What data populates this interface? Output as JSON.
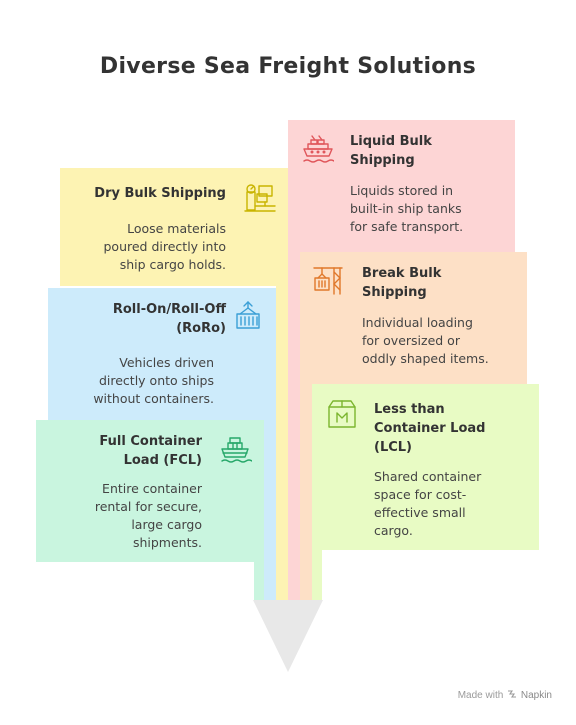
{
  "title": "Diverse Sea Freight Solutions",
  "colors": {
    "dry_bulk": "#fdf3b3",
    "roro": "#cdebfb",
    "fcl": "#c9f5df",
    "liquid_bulk": "#fdd5d5",
    "break_bulk": "#fde0c6",
    "lcl": "#e8fbc4",
    "funnel": "#e8e8e8"
  },
  "left": [
    {
      "title_lines": [
        "Dry Bulk Shipping"
      ],
      "desc_lines": [
        "Loose materials",
        "poured directly into",
        "ship cargo holds."
      ],
      "icon": "scale-cargo-icon"
    },
    {
      "title_lines": [
        "Roll-On/Roll-Off",
        "(RoRo)"
      ],
      "desc_lines": [
        "Vehicles driven",
        "directly onto ships",
        "without containers."
      ],
      "icon": "container-crane-icon"
    },
    {
      "title_lines": [
        "Full Container",
        "Load (FCL)"
      ],
      "desc_lines": [
        "Entire container",
        "rental for secure,",
        "large cargo",
        "shipments."
      ],
      "icon": "container-ship-icon"
    }
  ],
  "right": [
    {
      "title_lines": [
        "Liquid Bulk",
        "Shipping"
      ],
      "desc_lines": [
        "Liquids stored in",
        "built-in ship tanks",
        "for safe transport."
      ],
      "icon": "tanker-ship-icon"
    },
    {
      "title_lines": [
        "Break Bulk",
        "Shipping"
      ],
      "desc_lines": [
        "Individual loading",
        "for oversized or",
        "oddly shaped items."
      ],
      "icon": "hoist-crane-icon"
    },
    {
      "title_lines": [
        "Less than",
        "Container Load",
        "(LCL)"
      ],
      "desc_lines": [
        "Shared container",
        "space for cost-",
        "effective small",
        "cargo."
      ],
      "icon": "package-m-icon"
    }
  ],
  "footer": {
    "prefix": "Made with",
    "brand": "Napkin"
  }
}
